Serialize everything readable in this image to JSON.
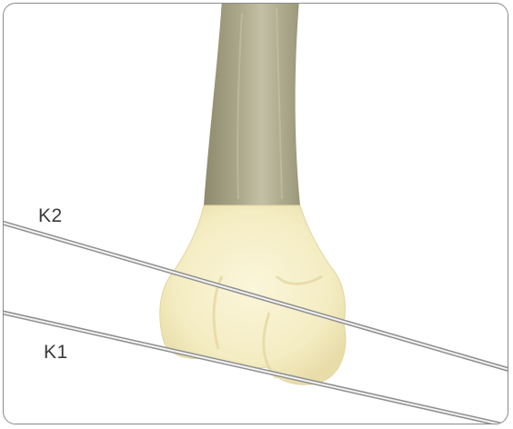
{
  "labels": {
    "k2": "K2",
    "k1": "K1"
  },
  "colors": {
    "shaft_dark": "#8d8a6e",
    "shaft_mid": "#b3b193",
    "shaft_light": "#cfcdb4",
    "condyle_fill": "#f6efc8",
    "condyle_shade": "#e6dba8",
    "wire": "#9c9c9c",
    "frame": "#8a8a8a"
  },
  "icons": [
    "femur-illustration",
    "k-wire"
  ]
}
